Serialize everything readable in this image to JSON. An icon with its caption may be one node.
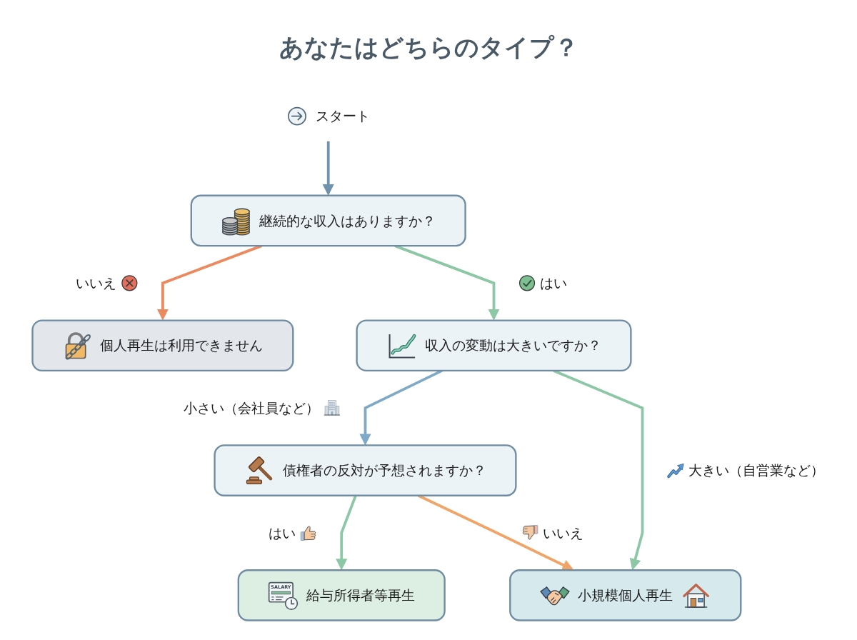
{
  "diagram": {
    "title": "あなたはどちらのタイプ？",
    "nodes": [
      {
        "text": [
          "スタート"
        ]
      },
      {
        "text": [
          "継続的な収入はありますか？"
        ]
      },
      {
        "text": [
          "個人再生は利用できません"
        ]
      },
      {
        "text": [
          "収入の変動は大きいですか？"
        ]
      },
      {
        "text": [
          "債権者の反対が予想されますか？"
        ]
      },
      {
        "text": [
          "給与所得者等再生"
        ]
      },
      {
        "text": [
          "小規模個人再生"
        ]
      }
    ],
    "edges": [
      {
        "from": 0,
        "to": 1,
        "arrow": "to",
        "color": "#6f93ad"
      },
      {
        "from": 1,
        "to": 2,
        "arrow": "to",
        "label": "いいえ",
        "color": "#ec8a5f"
      },
      {
        "from": 1,
        "to": 3,
        "arrow": "to",
        "label": "はい"
      },
      {
        "from": 3,
        "to": 4,
        "arrow": "to",
        "label": "小さい（会社員など）",
        "color": "#7eaac8"
      },
      {
        "from": 3,
        "to": 6,
        "arrow": "to",
        "label": "大きい（自営業など）"
      },
      {
        "from": 4,
        "to": 5,
        "arrow": "to",
        "label": "はい"
      },
      {
        "from": 4,
        "to": 6,
        "arrow": "to",
        "label": "いいえ",
        "color": "#f0a468"
      }
    ],
    "labels": [
      "SALARY"
    ]
  }
}
